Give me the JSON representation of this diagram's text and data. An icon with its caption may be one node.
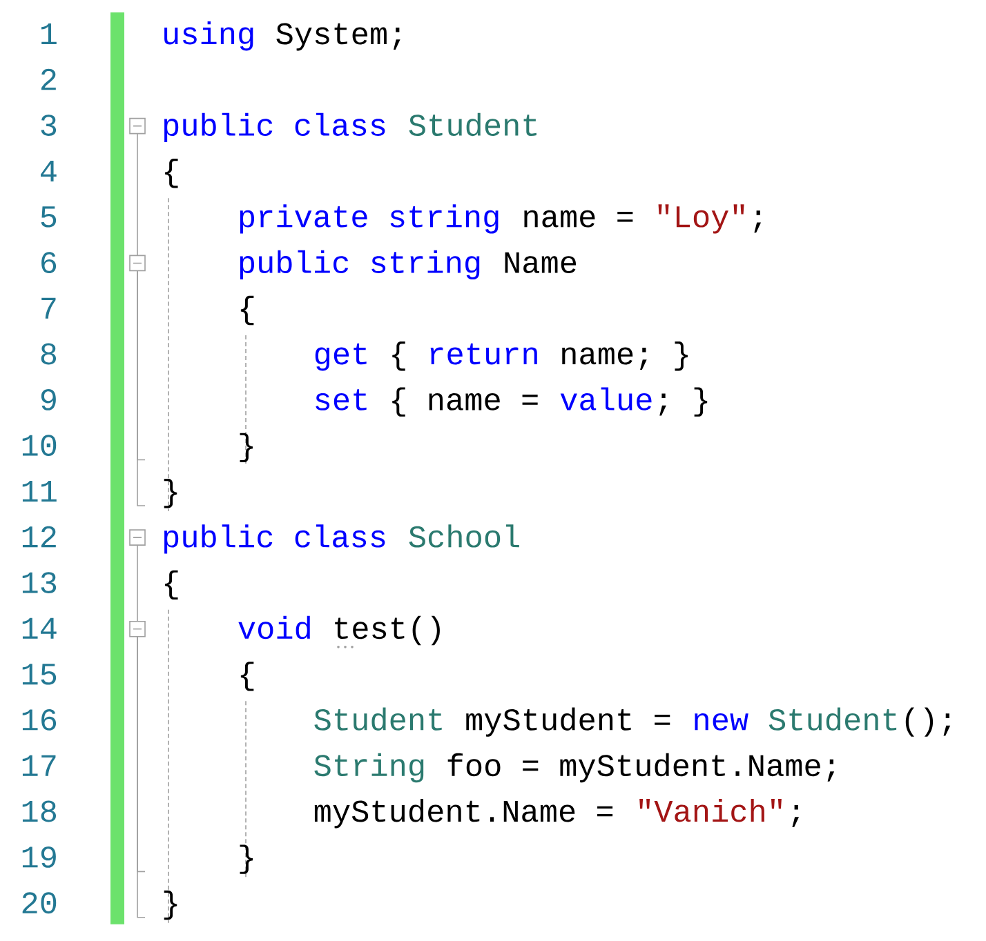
{
  "diagram": {
    "labels": [
      "1",
      "using",
      "System;",
      "2",
      "3",
      "public class",
      "Student",
      "4",
      "{",
      "5",
      "private string",
      "name =",
      "\"Loy\"",
      ";",
      "6",
      "public string",
      "Name",
      "7",
      "{",
      "8",
      "get",
      "{",
      "return",
      "name; }",
      "9",
      "set",
      "{ name =",
      "value",
      "; }",
      "10",
      "}",
      "11",
      "}",
      "12",
      "public class",
      "School",
      "13",
      "{",
      "14",
      "void",
      "test()",
      "15",
      "{",
      "16",
      "Student",
      "myStudent =",
      "new",
      "Student",
      "();",
      "17",
      "String",
      "foo = myStudent.Name;",
      "18",
      "myStudent.Name =",
      "\"Vanich\"",
      ";",
      "19",
      "}",
      "20",
      "}"
    ]
  }
}
